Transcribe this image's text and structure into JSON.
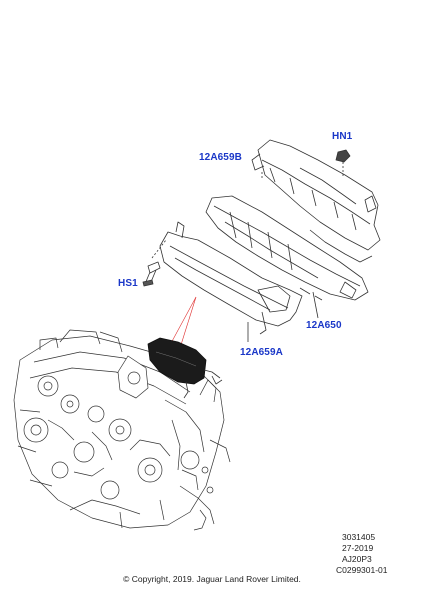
{
  "callouts": {
    "hn1": "HN1",
    "p12a659b": "12A659B",
    "hs1": "HS1",
    "p12a650": "12A650",
    "p12a659a": "12A659A"
  },
  "reference": {
    "line1": "3031405",
    "line2": "27-2019",
    "line3": "AJ20P3",
    "line4": "C0299301-01"
  },
  "copyright": "© Copyright, 2019. Jaguar Land Rover Limited.",
  "colors": {
    "callout_text": "#1a37c8",
    "leader_red": "#e03030",
    "line_art": "#333333",
    "module_fill": "#1b1b1b"
  }
}
